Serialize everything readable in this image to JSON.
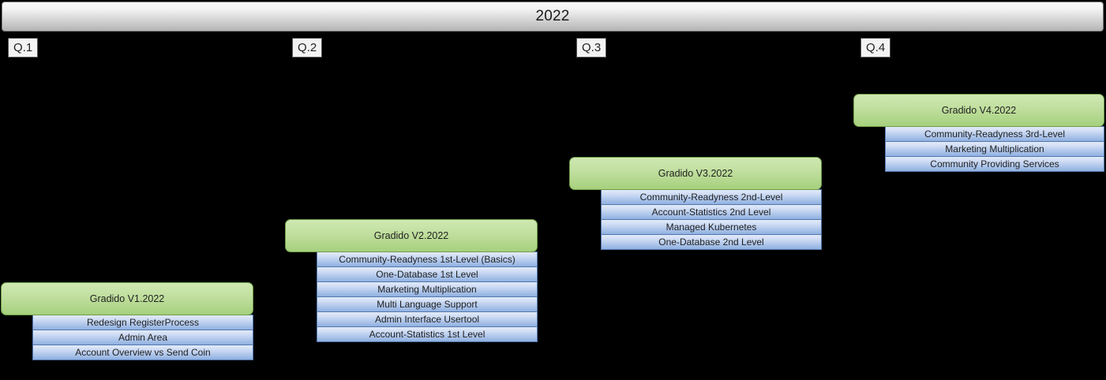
{
  "timeline": {
    "year_label": "2022",
    "quarters": [
      {
        "label": "Q.1"
      },
      {
        "label": "Q.2"
      },
      {
        "label": "Q.3"
      },
      {
        "label": "Q.4"
      }
    ]
  },
  "colors": {
    "background": "#000000",
    "year_bar_top": "#fbfbfb",
    "year_bar_bottom": "#b4b4b4",
    "release_header_top": "#cfe8b2",
    "release_header_bottom": "#a6d07d",
    "release_header_border": "#6f9c49",
    "release_item_top": "#e2ebfa",
    "release_item_bottom": "#8fb0e0",
    "release_item_border": "#5578ae",
    "text": "#1f1f1f"
  },
  "releases": [
    {
      "title": "Gradido V1.2022",
      "quarter": "Q.1",
      "items": [
        "Redesign RegisterProcess",
        "Admin Area",
        "Account Overview vs Send Coin"
      ]
    },
    {
      "title": "Gradido V2.2022",
      "quarter": "Q.2",
      "items": [
        "Community-Readyness 1st-Level (Basics)",
        "One-Database 1st Level",
        "Marketing Multiplication",
        "Multi Language Support",
        "Admin Interface Usertool",
        "Account-Statistics 1st Level"
      ]
    },
    {
      "title": "Gradido V3.2022",
      "quarter": "Q.3",
      "items": [
        "Community-Readyness 2nd-Level",
        "Account-Statistics 2nd Level",
        "Managed Kubernetes",
        "One-Database 2nd Level"
      ]
    },
    {
      "title": "Gradido V4.2022",
      "quarter": "Q.4",
      "items": [
        "Community-Readyness 3rd-Level",
        "Marketing Multiplication",
        "Community Providing Services"
      ]
    }
  ]
}
